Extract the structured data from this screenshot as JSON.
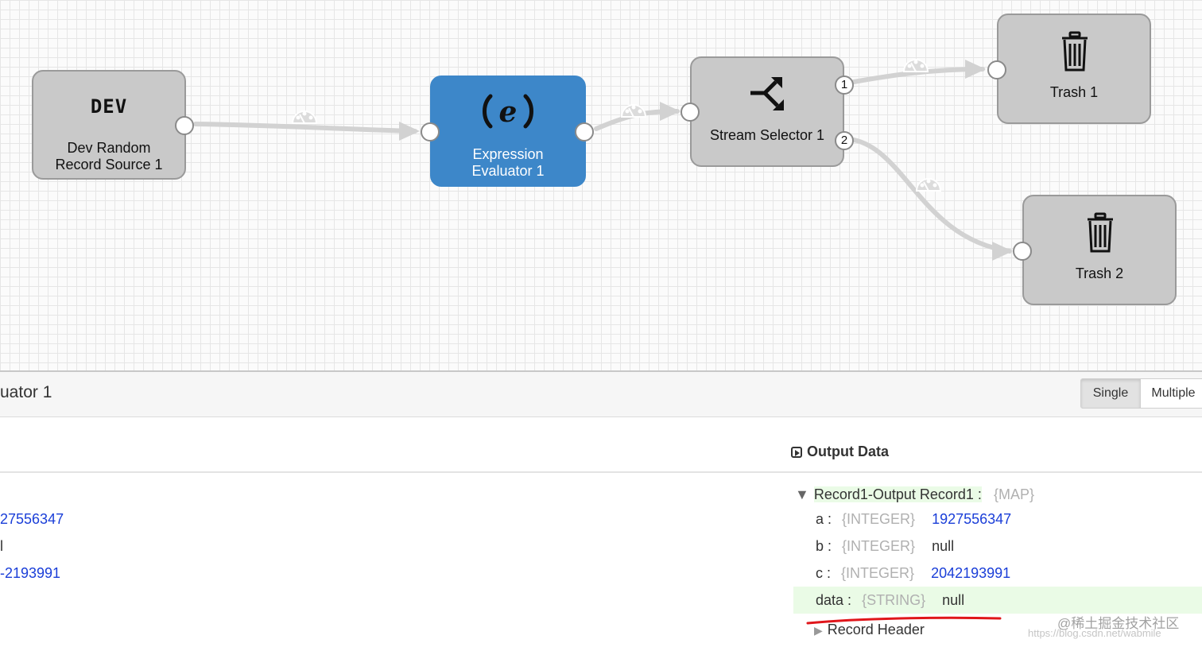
{
  "pipeline": {
    "nodes": {
      "dev_source": {
        "icon_text": "DEV",
        "label_line1": "Dev Random",
        "label_line2": "Record Source 1"
      },
      "expression_evaluator": {
        "icon": "e-expression-icon",
        "label_line1": "Expression",
        "label_line2": "Evaluator 1"
      },
      "stream_selector": {
        "icon": "shuffle-icon",
        "label": "Stream Selector 1",
        "port1": "1",
        "port2": "2"
      },
      "trash1": {
        "icon": "trash-icon",
        "label": "Trash 1"
      },
      "trash2": {
        "icon": "trash-icon",
        "label": "Trash 2"
      }
    },
    "edge_color": "#d2d2d2",
    "selected_color": "#3d87c9"
  },
  "preview_panel": {
    "title": "uator 1",
    "mode_single": "Single",
    "mode_multiple": "Multiple",
    "left_values": {
      "a": "27556347",
      "b": "l",
      "c": "-2193991"
    },
    "output": {
      "title": "Output Data",
      "record": {
        "arrow": "▼",
        "name": "Record1-Output Record1 :",
        "type": "{MAP}"
      },
      "fields": [
        {
          "key": "a :",
          "type": "{INTEGER}",
          "value": "1927556347"
        },
        {
          "key": "b :",
          "type": "{INTEGER}",
          "value": "null"
        },
        {
          "key": "c :",
          "type": "{INTEGER}",
          "value": "2042193991"
        },
        {
          "key": "data :",
          "type": "{STRING}",
          "value": "null"
        }
      ],
      "record_header": {
        "arrow": "▶",
        "label": "Record Header"
      }
    }
  },
  "watermark": {
    "text": "@稀土掘金技术社区",
    "url": "https://blog.csdn.net/wabmile"
  }
}
